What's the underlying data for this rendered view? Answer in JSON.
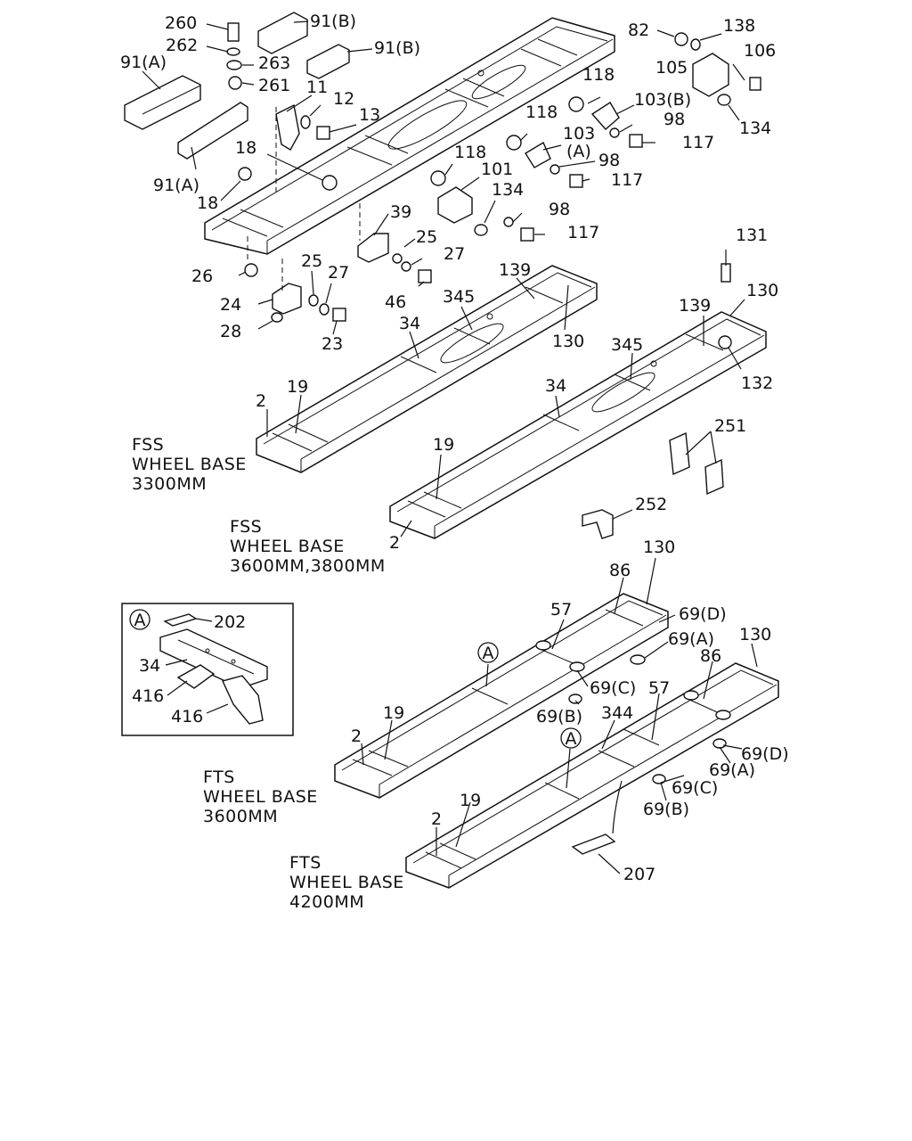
{
  "diagram": {
    "callouts": [
      {
        "id": "c260",
        "text": "260"
      },
      {
        "id": "c262",
        "text": "262"
      },
      {
        "id": "c263",
        "text": "263"
      },
      {
        "id": "c261",
        "text": "261"
      },
      {
        "id": "c91b1",
        "text": "91(B)"
      },
      {
        "id": "c91b2",
        "text": "91(B)"
      },
      {
        "id": "c91a1",
        "text": "91(A)"
      },
      {
        "id": "c91a2",
        "text": "91(A)"
      },
      {
        "id": "c11",
        "text": "11"
      },
      {
        "id": "c12",
        "text": "12"
      },
      {
        "id": "c13",
        "text": "13"
      },
      {
        "id": "c18a",
        "text": "18"
      },
      {
        "id": "c18b",
        "text": "18"
      },
      {
        "id": "c82",
        "text": "82"
      },
      {
        "id": "c138",
        "text": "138"
      },
      {
        "id": "c106",
        "text": "106"
      },
      {
        "id": "c105",
        "text": "105"
      },
      {
        "id": "c134a",
        "text": "134"
      },
      {
        "id": "c118a",
        "text": "118"
      },
      {
        "id": "c103b",
        "text": "103(B)"
      },
      {
        "id": "c98a",
        "text": "98"
      },
      {
        "id": "c117a",
        "text": "117"
      },
      {
        "id": "c118b",
        "text": "118"
      },
      {
        "id": "c103a",
        "text": "103"
      },
      {
        "id": "c103a2",
        "text": "(A)"
      },
      {
        "id": "c98b",
        "text": "98"
      },
      {
        "id": "c117b",
        "text": "117"
      },
      {
        "id": "c118c",
        "text": "118"
      },
      {
        "id": "c101",
        "text": "101"
      },
      {
        "id": "c134b",
        "text": "134"
      },
      {
        "id": "c98c",
        "text": "98"
      },
      {
        "id": "c117c",
        "text": "117"
      },
      {
        "id": "c39",
        "text": "39"
      },
      {
        "id": "c25a",
        "text": "25"
      },
      {
        "id": "c27a",
        "text": "27"
      },
      {
        "id": "c46",
        "text": "46"
      },
      {
        "id": "c26",
        "text": "26"
      },
      {
        "id": "c25b",
        "text": "25"
      },
      {
        "id": "c27b",
        "text": "27"
      },
      {
        "id": "c24",
        "text": "24"
      },
      {
        "id": "c28",
        "text": "28"
      },
      {
        "id": "c23",
        "text": "23"
      },
      {
        "id": "c139a",
        "text": "139"
      },
      {
        "id": "c345a",
        "text": "345"
      },
      {
        "id": "c34a",
        "text": "34"
      },
      {
        "id": "c130a",
        "text": "130"
      },
      {
        "id": "c19a",
        "text": "19"
      },
      {
        "id": "c2a",
        "text": "2"
      },
      {
        "id": "c131",
        "text": "131"
      },
      {
        "id": "c130b",
        "text": "130"
      },
      {
        "id": "c139b",
        "text": "139"
      },
      {
        "id": "c345b",
        "text": "345"
      },
      {
        "id": "c132",
        "text": "132"
      },
      {
        "id": "c34b",
        "text": "34"
      },
      {
        "id": "c19b",
        "text": "19"
      },
      {
        "id": "c2b",
        "text": "2"
      },
      {
        "id": "c251",
        "text": "251"
      },
      {
        "id": "c252",
        "text": "252"
      },
      {
        "id": "c130c",
        "text": "130"
      },
      {
        "id": "c86a",
        "text": "86"
      },
      {
        "id": "c57a",
        "text": "57"
      },
      {
        "id": "c69da",
        "text": "69(D)"
      },
      {
        "id": "c69aa",
        "text": "69(A)"
      },
      {
        "id": "c130d",
        "text": "130"
      },
      {
        "id": "c86b",
        "text": "86"
      },
      {
        "id": "c69ca",
        "text": "69(C)"
      },
      {
        "id": "c57b",
        "text": "57"
      },
      {
        "id": "c69ba",
        "text": "69(B)"
      },
      {
        "id": "c344",
        "text": "344"
      },
      {
        "id": "c19c",
        "text": "19"
      },
      {
        "id": "c2c",
        "text": "2"
      },
      {
        "id": "c69db",
        "text": "69(D)"
      },
      {
        "id": "c69ab",
        "text": "69(A)"
      },
      {
        "id": "c69cb",
        "text": "69(C)"
      },
      {
        "id": "c69bb",
        "text": "69(B)"
      },
      {
        "id": "c19d",
        "text": "19"
      },
      {
        "id": "c2d",
        "text": "2"
      },
      {
        "id": "c207",
        "text": "207"
      },
      {
        "id": "cins202",
        "text": "202"
      },
      {
        "id": "cins34",
        "text": "34"
      },
      {
        "id": "cins416a",
        "text": "416"
      },
      {
        "id": "cins416b",
        "text": "416"
      }
    ],
    "captions": {
      "fss3300": [
        "FSS",
        "WHEEL BASE",
        "3300MM"
      ],
      "fss3600": [
        "FSS",
        "WHEEL BASE",
        "3600MM,3800MM"
      ],
      "fts3600": [
        "FTS",
        "WHEEL BASE",
        "3600MM"
      ],
      "fts4200": [
        "FTS",
        "WHEEL BASE",
        "4200MM"
      ]
    },
    "detail_marker": "A"
  }
}
